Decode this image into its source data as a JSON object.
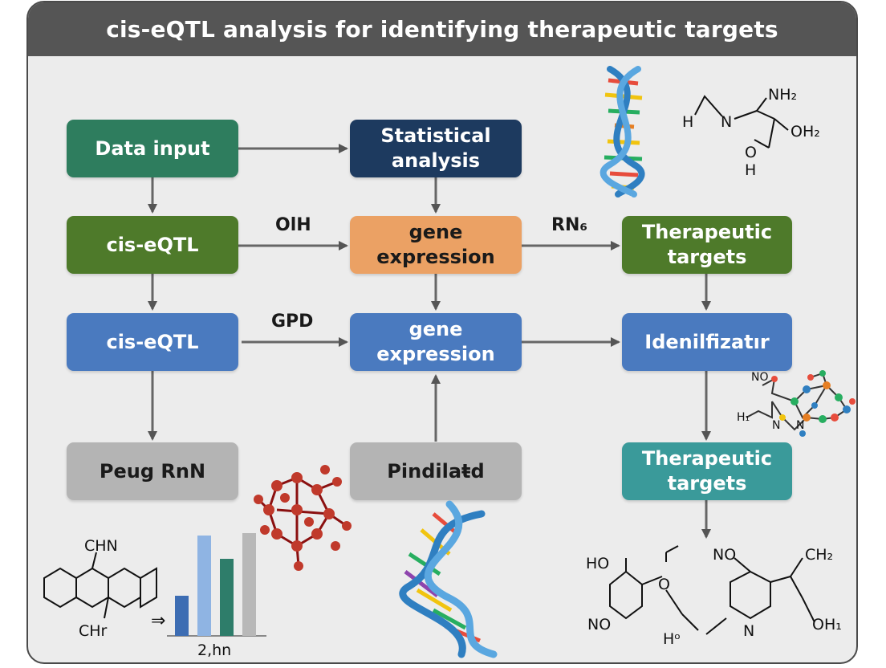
{
  "title": "cis-eQTL analysis for identifying therapeutic targets",
  "colors": {
    "frame_bg": "#ececec",
    "title_bg": "#555555",
    "teal_green": "#2e7d5e",
    "navy": "#1d3a5f",
    "green": "#4e7a2a",
    "orange": "#eba164",
    "blue": "#4a7abf",
    "gray": "#b4b4b4",
    "teal": "#3a9a9a",
    "arrow": "#555555"
  },
  "nodes": {
    "data_input": "Data input",
    "statistical_analysis_1": "Statistical",
    "statistical_analysis_2": "analysis",
    "cis_eqtl_green": "cis-eQTL",
    "gene_expression_orange": "gene expression",
    "therapeutic_targets_green_1": "Therapeutic",
    "therapeutic_targets_green_2": "targets",
    "cis_eqtl_blue": "cis-eQTL",
    "gene_expression_blue": "gene expression",
    "identification": "Idenilfizatır",
    "peug_rnn": "Peug RnN",
    "pindilated": "Pindilaŧd",
    "therapeutic_targets_teal_1": "Therapeutic",
    "therapeutic_targets_teal_2": "targets"
  },
  "edge_labels": {
    "olh": "OlH",
    "rn6": "RN₆",
    "gpd": "GPD"
  },
  "chem_labels": {
    "top_nh2": "NH₂",
    "top_h": "H",
    "top_n": "N",
    "top_oh2": "OH₂",
    "top_o": "O",
    "top_h2": "H",
    "left_chn": "CHN",
    "left_chr": "CHr",
    "bar_axis_label": "2,hn",
    "arrow_glyph": "⇒",
    "right_no": "NO",
    "right_h1": "H₁",
    "right_n1": "N",
    "right_n2": "N",
    "br_ho": "HO",
    "br_no1": "NO",
    "br_ch2": "CH₂",
    "br_no2": "NO",
    "br_oh1": "OH₁",
    "br_ho2": "Hᵒ",
    "br_n": "N",
    "br_o": "O"
  }
}
